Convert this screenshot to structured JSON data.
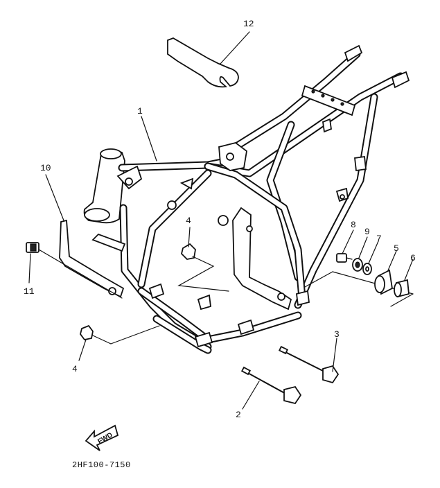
{
  "diagram": {
    "part_code": "2HF100-7150",
    "fwd_label": "FWD",
    "callouts": [
      {
        "id": "c1",
        "label": "1"
      },
      {
        "id": "c2",
        "label": "2"
      },
      {
        "id": "c3",
        "label": "3"
      },
      {
        "id": "c4a",
        "label": "4"
      },
      {
        "id": "c4b",
        "label": "4"
      },
      {
        "id": "c5",
        "label": "5"
      },
      {
        "id": "c6",
        "label": "6"
      },
      {
        "id": "c7",
        "label": "7"
      },
      {
        "id": "c8",
        "label": "8"
      },
      {
        "id": "c9",
        "label": "9"
      },
      {
        "id": "c10",
        "label": "10"
      },
      {
        "id": "c11",
        "label": "11"
      },
      {
        "id": "c12",
        "label": "12"
      }
    ]
  }
}
